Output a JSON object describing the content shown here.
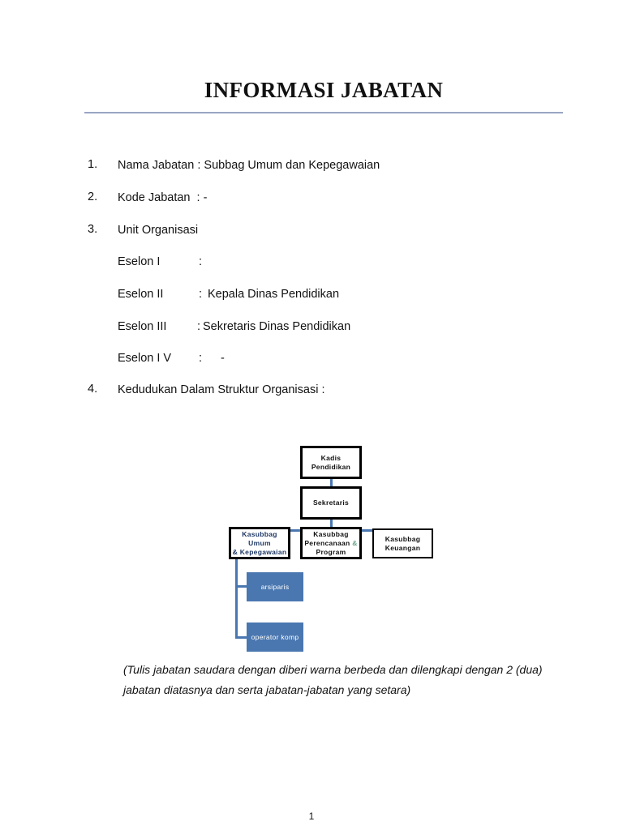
{
  "document": {
    "title": "INFORMASI JABATAN",
    "page_number": "1"
  },
  "items": [
    {
      "num": "1.",
      "text": "Nama Jabatan : Subbag Umum dan Kepegawaian"
    },
    {
      "num": "2.",
      "text": "Kode Jabatan  : -"
    },
    {
      "num": "3.",
      "text": "Unit Organisasi"
    },
    {
      "num": "4.",
      "text": "Kedudukan Dalam Struktur Organisasi :"
    }
  ],
  "eselon": [
    {
      "label": "Eselon I",
      "separator": ":",
      "value": ""
    },
    {
      "label": "Eselon II",
      "separator": ":",
      "value": "Kepala Dinas Pendidikan"
    },
    {
      "label": "Eselon III",
      "separator": ":",
      "value": "Sekretaris Dinas Pendidikan"
    },
    {
      "label": "Eselon I V",
      "separator": ":",
      "value": "-"
    }
  ],
  "org_chart": {
    "nodes": {
      "kadis": "Kadis Pendidikan",
      "sekretaris": "Sekretaris",
      "kasubbag_umum_line1": "Kasubbag Umum",
      "kasubbag_umum_line2": "& Kepegawaian",
      "kasubbag_perencanaan_line1": "Kasubbag",
      "kasubbag_perencanaan_line2a": "Perencanaan ",
      "kasubbag_perencanaan_line2b": "&",
      "kasubbag_perencanaan_line3": "Program",
      "kasubbag_keuangan_line1": "Kasubbag",
      "kasubbag_keuangan_line2": "Keuangan",
      "arsiparis": "arsiparis",
      "operator": "operator komp"
    },
    "colors": {
      "connector": "#4a77b0",
      "filled_node": "#4a77b0",
      "highlight_text": "#1f3864",
      "ampersand": "#6aa58c"
    }
  },
  "caption": {
    "line1": "(Tulis jabatan saudara dengan diberi warna berbeda dan dilengkapi dengan 2",
    "line2": "(dua) jabatan diatasnya dan serta jabatan-jabatan yang setara)"
  }
}
